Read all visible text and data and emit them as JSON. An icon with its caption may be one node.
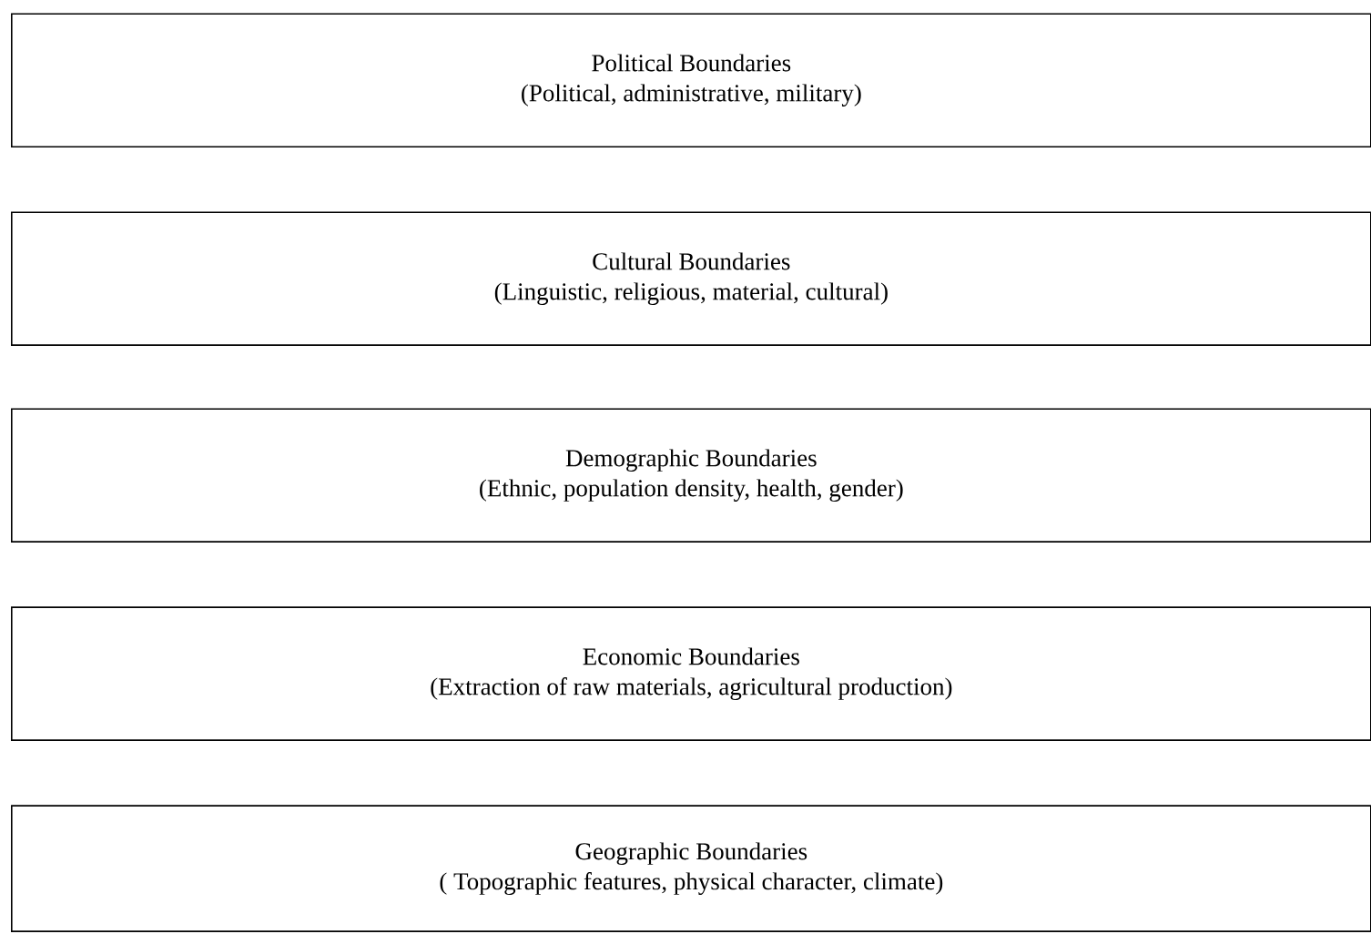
{
  "diagram": {
    "nodes": [
      {
        "text": [
          "Political Boundaries",
          "(Political, administrative, military)"
        ]
      },
      {
        "text": [
          "Cultural Boundaries",
          "(Linguistic, religious, material, cultural)"
        ]
      },
      {
        "text": [
          "Demographic Boundaries",
          "(Ethnic, population density, health, gender)"
        ]
      },
      {
        "text": [
          "Economic Boundaries",
          "(Extraction of raw materials, agricultural production)"
        ]
      },
      {
        "text": [
          "Geographic Boundaries",
          "( Topographic features, physical character, climate)"
        ]
      }
    ]
  }
}
